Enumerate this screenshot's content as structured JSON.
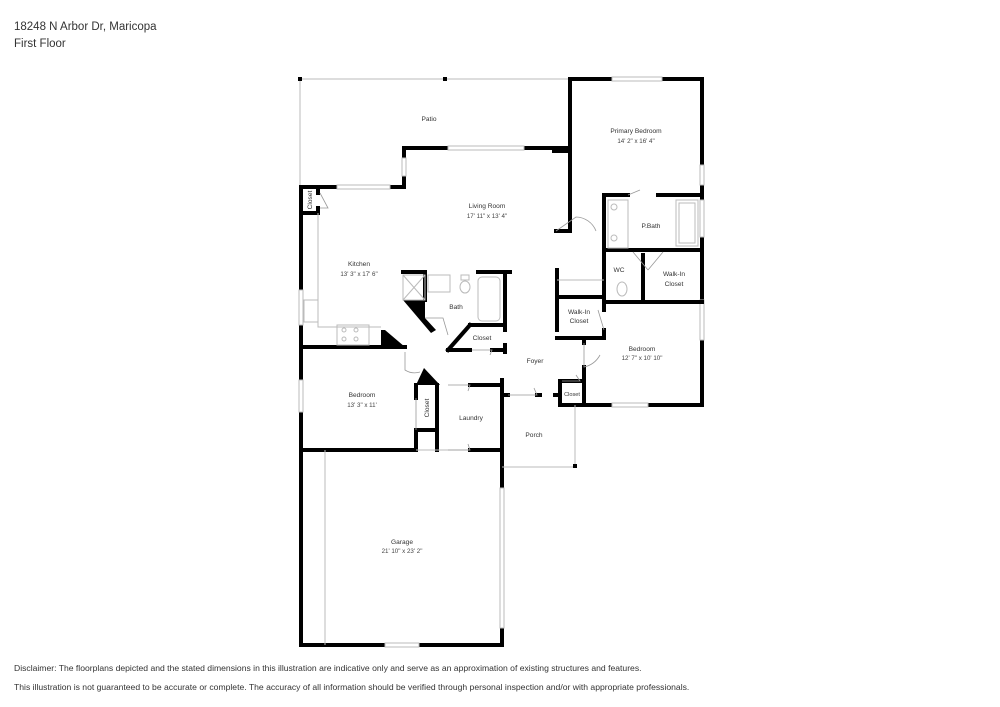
{
  "header": {
    "address": "18248 N Arbor Dr, Maricopa",
    "floor": "First Floor"
  },
  "rooms": {
    "patio": {
      "name": "Patio"
    },
    "primary_bedroom": {
      "name": "Primary Bedroom",
      "dims": "14' 2\" x 16' 4\""
    },
    "living_room": {
      "name": "Living Room",
      "dims": "17' 11\" x 13' 4\""
    },
    "kitchen": {
      "name": "Kitchen",
      "dims": "13' 3\" x 17' 6\""
    },
    "kitchen_closet": {
      "name": "Closet"
    },
    "p_bath": {
      "name": "P.Bath"
    },
    "wc": {
      "name": "WC"
    },
    "primary_walk_in": {
      "line1": "Walk-In",
      "line2": "Closet"
    },
    "bath": {
      "name": "Bath"
    },
    "hall_closet": {
      "name": "Closet"
    },
    "walk_in_closet": {
      "line1": "Walk-In",
      "line2": "Closet"
    },
    "bedroom_east": {
      "name": "Bedroom",
      "dims": "12' 7\" x 10' 10\""
    },
    "foyer": {
      "name": "Foyer"
    },
    "foyer_closet": {
      "name": "Closet"
    },
    "bedroom_west": {
      "name": "Bedroom",
      "dims": "13' 3\" x 11'"
    },
    "bedroom_closet": {
      "name": "Closet"
    },
    "laundry": {
      "name": "Laundry"
    },
    "porch": {
      "name": "Porch"
    },
    "garage": {
      "name": "Garage",
      "dims": "21' 10\" x 23' 2\""
    }
  },
  "disclaimer": {
    "line1": "Disclaimer: The floorplans depicted and the stated dimensions in this illustration are indicative only and serve as an approximation of existing structures and features.",
    "line2": "This illustration is not guaranteed to be accurate or complete. The accuracy of all information should be verified through personal inspection and/or with appropriate professionals."
  }
}
